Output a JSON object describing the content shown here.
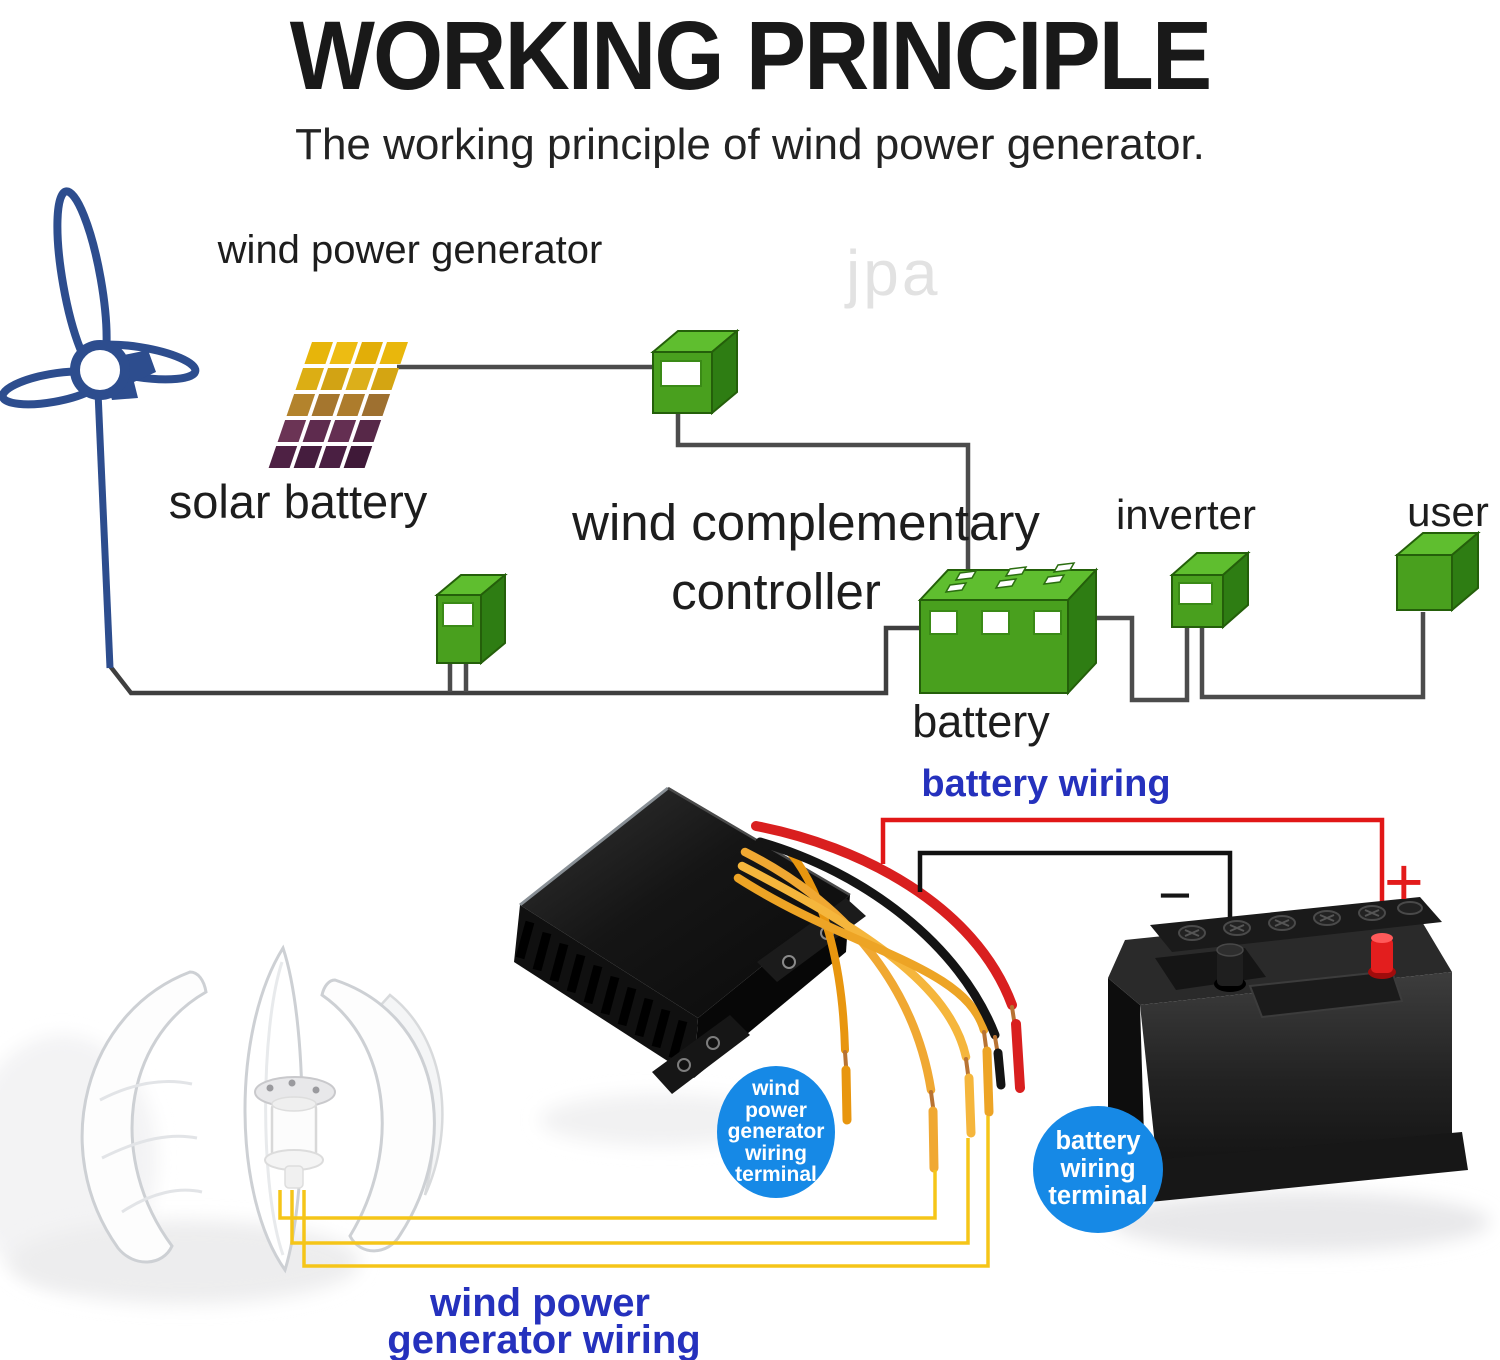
{
  "header": {
    "title": "WORKING PRINCIPLE",
    "subtitle": "The working principle of wind power generator."
  },
  "schematic": {
    "generator_label": "wind power generator",
    "solar_label": "solar battery",
    "controller_label_line1": "wind complementary",
    "controller_label_line2": "controller",
    "battery_label": "battery",
    "inverter_label": "inverter",
    "user_label": "user"
  },
  "photo_section": {
    "battery_wiring_label": "battery wiring",
    "minus_symbol": "−",
    "plus_symbol": "+",
    "generator_wiring_label_line1": "wind power",
    "generator_wiring_label_line2": "generator wiring",
    "generator_terminal_badge": [
      "wind",
      "power",
      "generator",
      "wiring",
      "terminal"
    ],
    "battery_terminal_badge": [
      "battery",
      "wiring",
      "terminal"
    ],
    "watermark": "jpa"
  },
  "colors": {
    "label_blue": "#2531bd",
    "badge_blue": "#1689e6",
    "box_green": "#49a01e",
    "wire_gray": "#4c4c4c",
    "wire_red": "#d91f1f",
    "wire_yellow": "#f0a832",
    "turbine_blue": "#2d4d8e",
    "title_black": "#191919"
  }
}
